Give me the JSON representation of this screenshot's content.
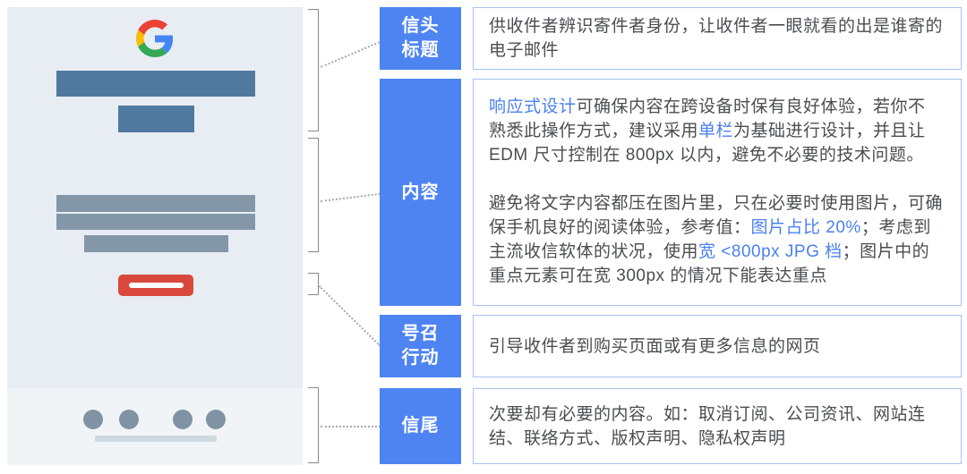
{
  "diagram_title": "EDM email layout anatomy",
  "colors": {
    "label_bg": "#4e84f1",
    "desc_border": "#a5c2f3",
    "link": "#4b80f0",
    "text": "#4a4d52",
    "mockup_panel_bg": "#e8edf3",
    "mockup_footer_bg": "#f1f4f7",
    "bar_blue": "#50799f",
    "bar_grey": "#8497a8",
    "footer_dot_grey": "#8093a4",
    "cta_red": "#d8483c",
    "footer_bar": "#cdd8df"
  },
  "mockup": {
    "logo_icon": "google-logo"
  },
  "rows": [
    {
      "id": "header-title",
      "label_lines": [
        "信头",
        "标题"
      ],
      "description": "供收件者辨识寄件者身份，让收件者一眼就看的出是谁寄的电子邮件"
    },
    {
      "id": "content",
      "label_lines": [
        "内容"
      ],
      "paragraphs": [
        {
          "segments": [
            {
              "type": "link",
              "text": "响应式设计"
            },
            {
              "type": "text",
              "text": "可确保内容在跨设备时保有良好体验，若你不熟悉此操作方式，建议采用"
            },
            {
              "type": "link",
              "text": "单栏"
            },
            {
              "type": "text",
              "text": "为基础进行设计，并且让 EDM 尺寸控制在 800px 以内，避免不必要的技术问题。"
            }
          ]
        },
        {
          "segments": [
            {
              "type": "text",
              "text": "避免将文字内容都压在图片里，只在必要时使用图片，可确保手机良好的阅读体验，参考值："
            },
            {
              "type": "link",
              "text": "图片占比 20%"
            },
            {
              "type": "text",
              "text": "；考虑到主流收信软体的状况，使用"
            },
            {
              "type": "link",
              "text": "宽 <800px JPG 档"
            },
            {
              "type": "text",
              "text": "；图片中的重点元素可在宽 300px 的情况下能表达重点"
            }
          ]
        }
      ]
    },
    {
      "id": "call-to-action",
      "label_lines": [
        "号召",
        "行动"
      ],
      "description": "引导收件者到购买页面或有更多信息的网页"
    },
    {
      "id": "footer",
      "label_lines": [
        "信尾"
      ],
      "description": "次要却有必要的内容。如：取消订阅、公司资讯、网站连结、联络方式、版权声明、隐私权声明"
    }
  ]
}
